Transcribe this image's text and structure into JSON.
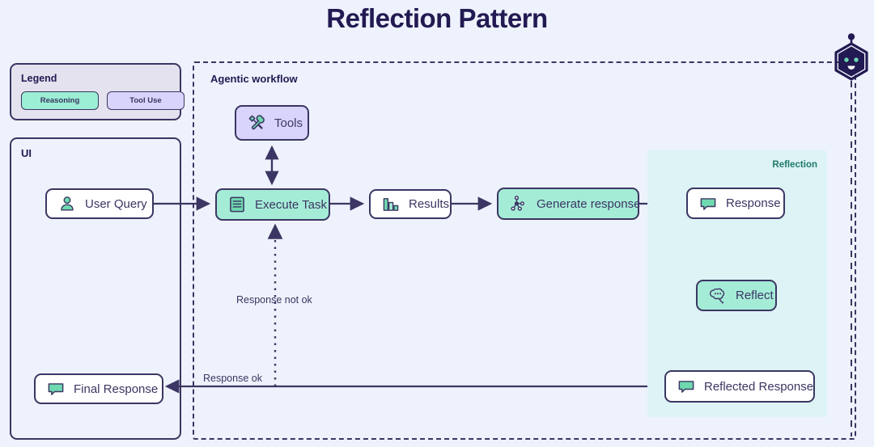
{
  "title": "Reflection Pattern",
  "colors": {
    "background": "#eef2fc",
    "ink": "#3b3663",
    "title": "#221a52",
    "reasoning": "#a5ecd7",
    "tool_use": "#d9d4fb",
    "reflection_panel": "#ddf3f5",
    "reflection_label": "#1f7a6c",
    "node_white": "#ffffff",
    "legend_bg": "#e3e2ee"
  },
  "legend": {
    "title": "Legend",
    "chips": [
      {
        "label": "Reasoning",
        "kind": "reasoning"
      },
      {
        "label": "Tool Use",
        "kind": "tool_use"
      }
    ]
  },
  "ui_panel": {
    "title": "UI"
  },
  "agentic_panel": {
    "title": "Agentic workflow"
  },
  "reflection_panel": {
    "label": "Reflection"
  },
  "nodes": {
    "user_query": {
      "label": "User Query",
      "icon": "user-icon",
      "style": "white"
    },
    "final_response": {
      "label": "Final Response",
      "icon": "speech-bubble-icon",
      "style": "white"
    },
    "tools": {
      "label": "Tools",
      "icon": "tools-icon",
      "style": "tool_use"
    },
    "execute_task": {
      "label": "Execute Task",
      "icon": "document-list-icon",
      "style": "reasoning"
    },
    "results": {
      "label": "Results",
      "icon": "bar-chart-icon",
      "style": "white"
    },
    "generate_response": {
      "label": "Generate response",
      "icon": "node-graph-icon",
      "style": "reasoning"
    },
    "response": {
      "label": "Response",
      "icon": "speech-bubble-icon",
      "style": "white"
    },
    "reflect": {
      "label": "Reflect",
      "icon": "thought-bubble-search-icon",
      "style": "reasoning"
    },
    "reflected_response": {
      "label": "Reflected Response",
      "icon": "speech-bubble-icon",
      "style": "white"
    }
  },
  "edges": {
    "response_not_ok": "Response not ok",
    "response_ok": "Response ok"
  },
  "mascot": {
    "icon": "robot-head-icon"
  }
}
